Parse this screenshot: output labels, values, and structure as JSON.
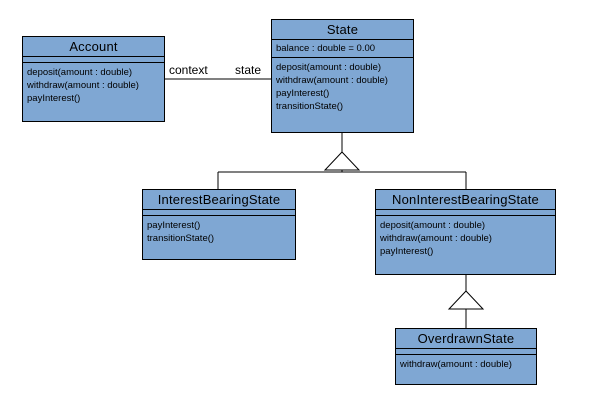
{
  "colors": {
    "class_fill": "#7fa7d3",
    "line": "#000000"
  },
  "classes": {
    "account": {
      "name": "Account",
      "attributes": [],
      "operations": [
        "deposit(amount : double)",
        "withdraw(amount : double)",
        "payInterest()"
      ]
    },
    "state": {
      "name": "State",
      "attributes": [
        "balance : double = 0.00"
      ],
      "operations": [
        "deposit(amount : double)",
        "withdraw(amount : double)",
        "payInterest()",
        "transitionState()"
      ]
    },
    "interest_bearing": {
      "name": "InterestBearingState",
      "attributes": [],
      "operations": [
        "payInterest()",
        "transitionState()"
      ]
    },
    "non_interest_bearing": {
      "name": "NonInterestBearingState",
      "attributes": [],
      "operations": [
        "deposit(amount : double)",
        "withdraw(amount : double)",
        "payInterest()"
      ]
    },
    "overdrawn": {
      "name": "OverdrawnState",
      "attributes": [],
      "operations": [
        "withdraw(amount : double)"
      ]
    }
  },
  "association": {
    "source_role": "context",
    "target_role": "state"
  }
}
